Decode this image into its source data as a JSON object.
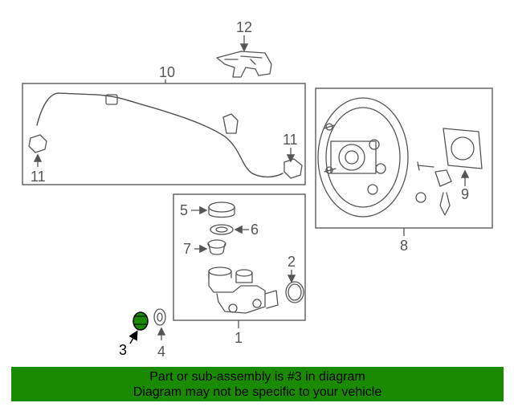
{
  "diagram": {
    "callouts": {
      "c1": "1",
      "c2": "2",
      "c3": "3",
      "c4": "4",
      "c5": "5",
      "c6": "6",
      "c7": "7",
      "c8": "8",
      "c9": "9",
      "c10": "10",
      "c11a": "11",
      "c11b": "11",
      "c12": "12"
    },
    "highlight_color": "#1a8a00"
  },
  "banner": {
    "line1": "Part or sub-assembly is #3 in diagram",
    "line2": "Diagram may not be specific to your vehicle",
    "background": "#1a8a00"
  }
}
